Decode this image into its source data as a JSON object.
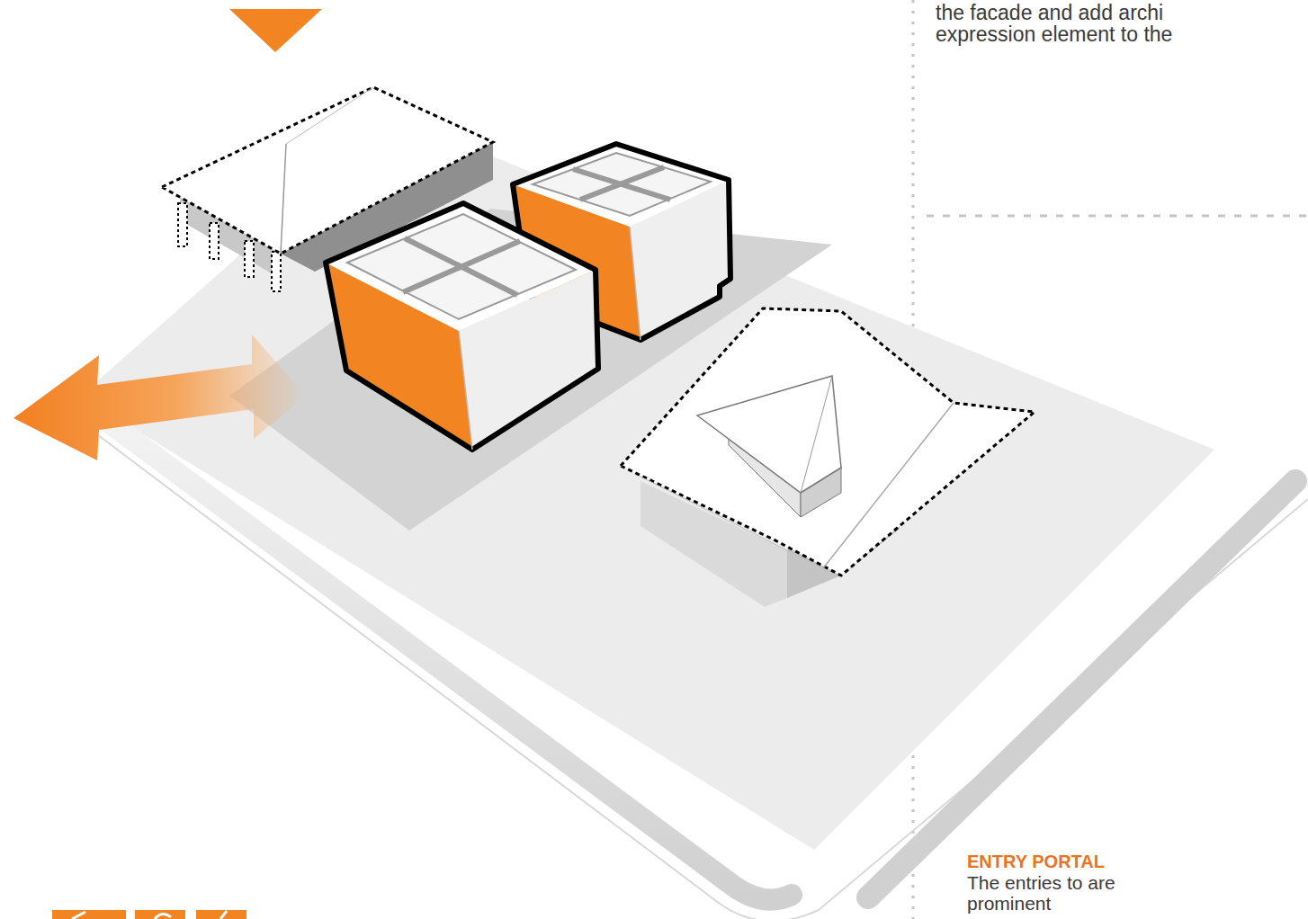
{
  "diagram": {
    "labels": [
      "the facade and add archi expression element to the",
      "ENTRY PORTAL",
      "The entries to are prominent"
    ]
  }
}
